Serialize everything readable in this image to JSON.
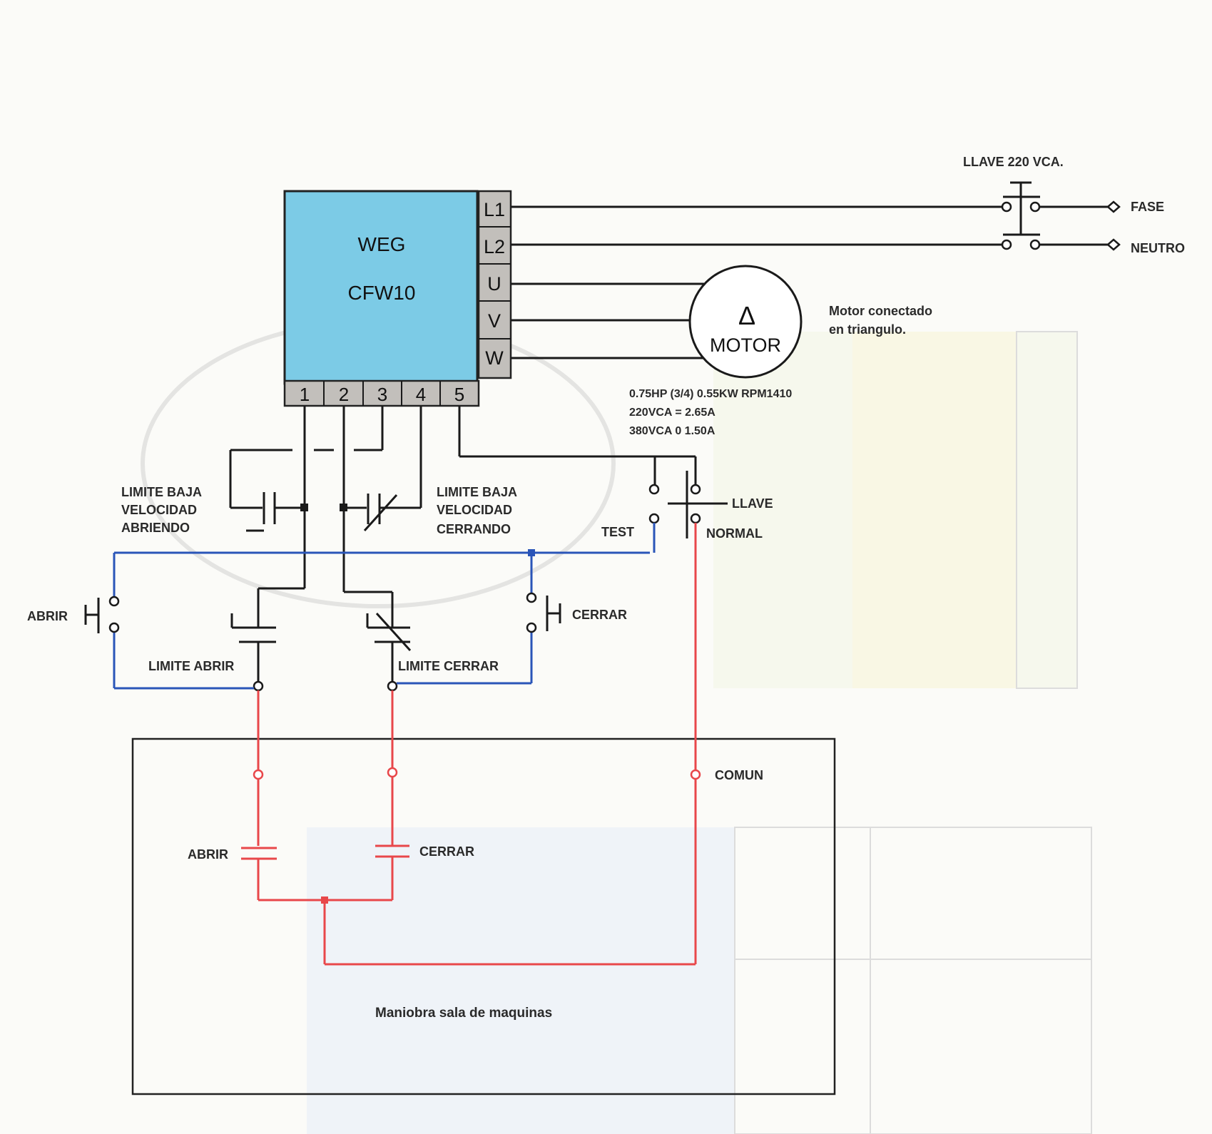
{
  "drive": {
    "brand": "WEG",
    "model": "CFW10",
    "power_terminals": [
      "L1",
      "L2",
      "U",
      "V",
      "W"
    ],
    "control_terminals": [
      "1",
      "2",
      "3",
      "4",
      "5"
    ]
  },
  "supply": {
    "switch_label": "LLAVE  220 VCA.",
    "phase_label": "FASE",
    "neutral_label": "NEUTRO"
  },
  "motor": {
    "symbol": "Δ",
    "label": "MOTOR",
    "note_line1": "Motor conectado",
    "note_line2": "en triangulo.",
    "spec_line1": "0.75HP (3/4)  0.55KW  RPM1410",
    "spec_line2": "220VCA = 2.65A",
    "spec_line3": "380VCA 0 1.50A"
  },
  "limits": {
    "low_speed_open": [
      "LIMITE BAJA",
      "VELOCIDAD",
      "ABRIENDO"
    ],
    "low_speed_close": [
      "LIMITE BAJA",
      "VELOCIDAD",
      "CERRANDO"
    ],
    "limit_open": "LIMITE ABRIR",
    "limit_close": "LIMITE CERRAR"
  },
  "selector": {
    "label": "LLAVE",
    "test": "TEST",
    "normal": "NORMAL"
  },
  "buttons": {
    "open": "ABRIR",
    "close": "CERRAR"
  },
  "machine_room": {
    "common": "COMUN",
    "open": "ABRIR",
    "close": "CERRAR",
    "caption": "Maniobra sala de maquinas"
  },
  "colors": {
    "drive_fill": "#7ccbe6",
    "terminal_fill": "#c2bfbb",
    "blue_wire": "#2a55b8",
    "red_wire": "#e8474a",
    "black_wire": "#1a1a1a"
  }
}
